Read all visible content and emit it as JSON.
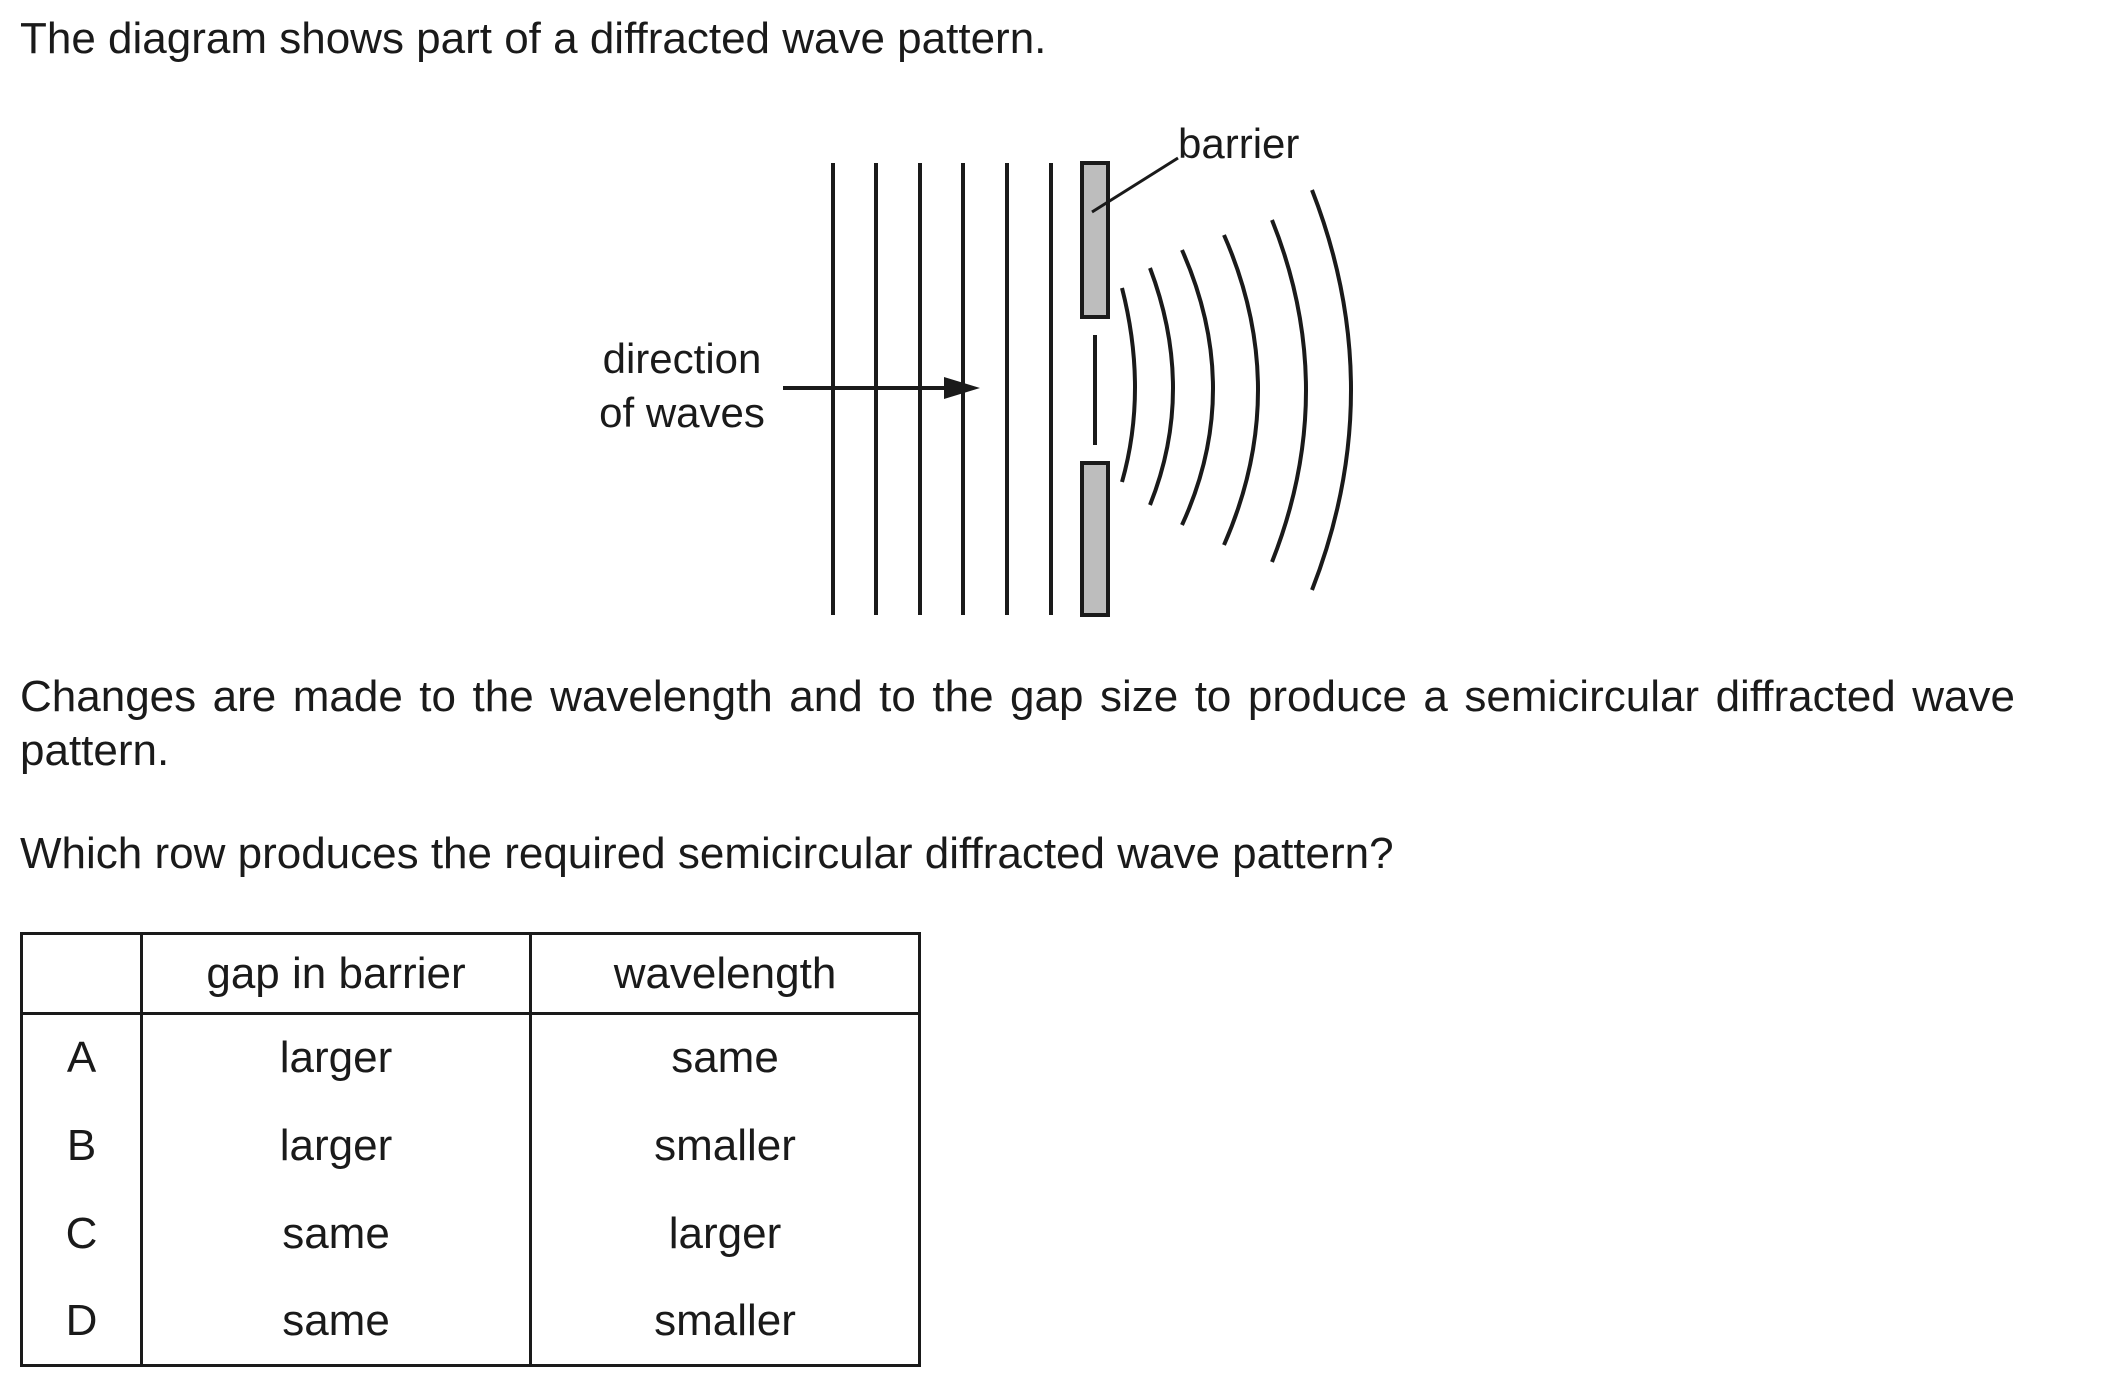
{
  "intro_text": "The diagram shows part of a diffracted wave pattern.",
  "diagram": {
    "barrier_label": "barrier",
    "direction_label_line1": "direction",
    "direction_label_line2": "of waves"
  },
  "changes_text": "Changes are made to the wavelength and to the gap size to produce a semicircular diffracted wave pattern.",
  "question_text": "Which row produces the required semicircular diffracted wave pattern?",
  "table": {
    "headers": [
      "",
      "gap in barrier",
      "wavelength"
    ],
    "rows": [
      {
        "letter": "A",
        "gap": "larger",
        "wavelength": "same"
      },
      {
        "letter": "B",
        "gap": "larger",
        "wavelength": "smaller"
      },
      {
        "letter": "C",
        "gap": "same",
        "wavelength": "larger"
      },
      {
        "letter": "D",
        "gap": "same",
        "wavelength": "smaller"
      }
    ]
  }
}
